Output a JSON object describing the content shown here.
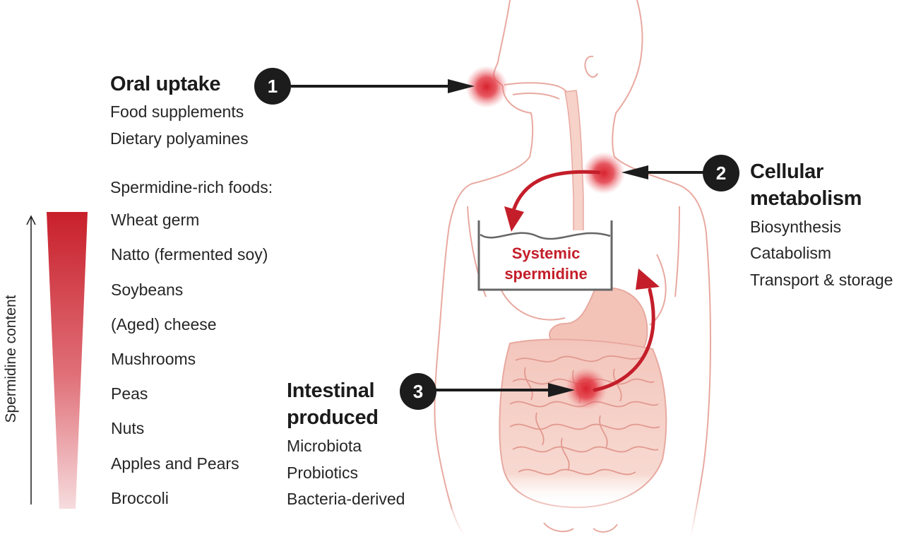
{
  "oral": {
    "number": "1",
    "title": "Oral uptake",
    "lines": [
      "Food supplements",
      "Dietary polyamines"
    ]
  },
  "foods": {
    "heading": "Spermidine-rich foods:",
    "items": [
      "Wheat germ",
      "Natto (fermented soy)",
      "Soybeans",
      "(Aged) cheese",
      "Mushrooms",
      "Peas",
      "Nuts",
      "Apples and Pears",
      "Broccoli"
    ],
    "axis_label": "Spermidine content"
  },
  "cellular": {
    "number": "2",
    "title_lines": [
      "Cellular",
      "metabolism"
    ],
    "lines": [
      "Biosynthesis",
      "Catabolism",
      "Transport & storage"
    ]
  },
  "intestinal": {
    "number": "3",
    "title_lines": [
      "Intestinal",
      "produced"
    ],
    "lines": [
      "Microbiota",
      "Probiotics",
      "Bacteria-derived"
    ]
  },
  "pool": {
    "lines": [
      "Systemic",
      "spermidine"
    ]
  },
  "colors": {
    "accent_red": "#c41e2a",
    "body_outline": "#e8a9a0",
    "organ_fill": "#f6d2c9",
    "badge": "#1c1c1c"
  }
}
